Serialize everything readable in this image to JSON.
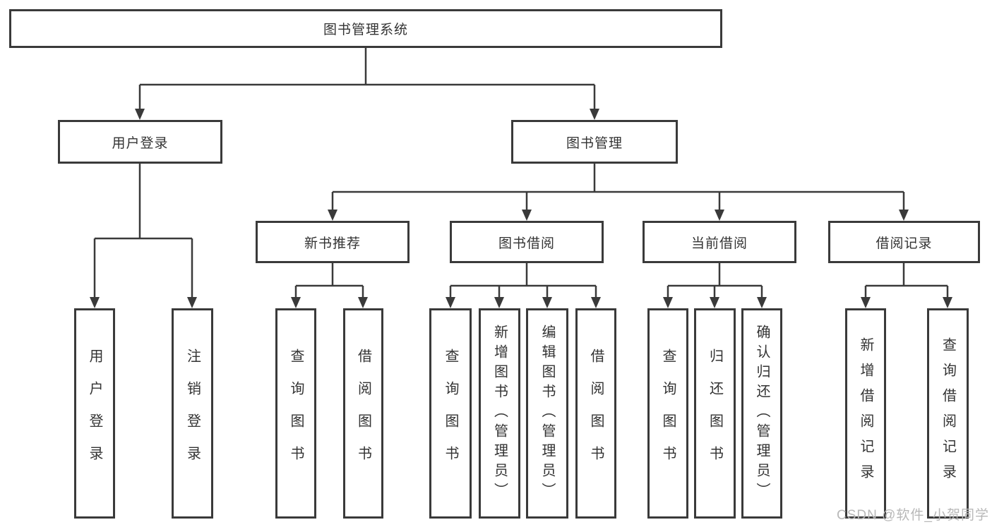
{
  "diagram": {
    "type": "tree-structure-chart",
    "colors": {
      "line": "#3a3a3a",
      "box_border": "#3a3a3a",
      "box_fill": "#ffffff",
      "text": "#333333",
      "watermark": "#b8b8b8",
      "background": "#ffffff"
    },
    "tree": {
      "root": "图书管理系统",
      "branches": [
        {
          "label": "用户登录",
          "children": [
            {
              "label": "用户登录"
            },
            {
              "label": "注销登录"
            }
          ]
        },
        {
          "label": "图书管理",
          "children": [
            {
              "label": "新书推荐",
              "children": [
                {
                  "label": "查询图书"
                },
                {
                  "label": "借阅图书"
                }
              ]
            },
            {
              "label": "图书借阅",
              "children": [
                {
                  "label": "查询图书"
                },
                {
                  "label": "新增图书（管理员）"
                },
                {
                  "label": "编辑图书（管理员）"
                },
                {
                  "label": "借阅图书"
                }
              ]
            },
            {
              "label": "当前借阅",
              "children": [
                {
                  "label": "查询图书"
                },
                {
                  "label": "归还图书"
                },
                {
                  "label": "确认归还（管理员）"
                }
              ]
            },
            {
              "label": "借阅记录",
              "children": [
                {
                  "label": "新增借阅记录"
                },
                {
                  "label": "查询借阅记录"
                }
              ]
            }
          ]
        }
      ]
    },
    "watermark": {
      "text": "CSDN @软件_小贺同学"
    }
  }
}
